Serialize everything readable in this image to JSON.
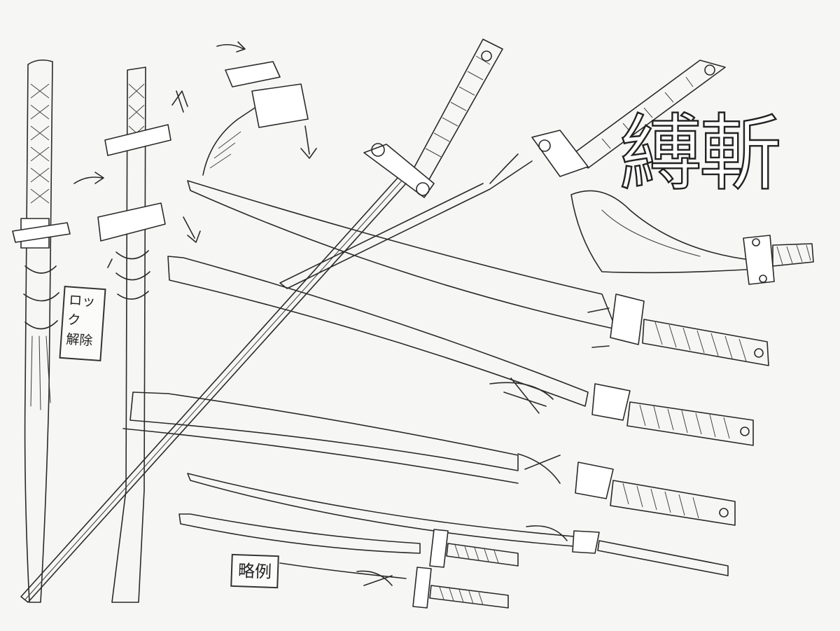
{
  "sheet": {
    "title_calligraphy": "縛斬",
    "notes": {
      "lock_release": "ロック\n解除",
      "abbreviated": "略例"
    }
  }
}
